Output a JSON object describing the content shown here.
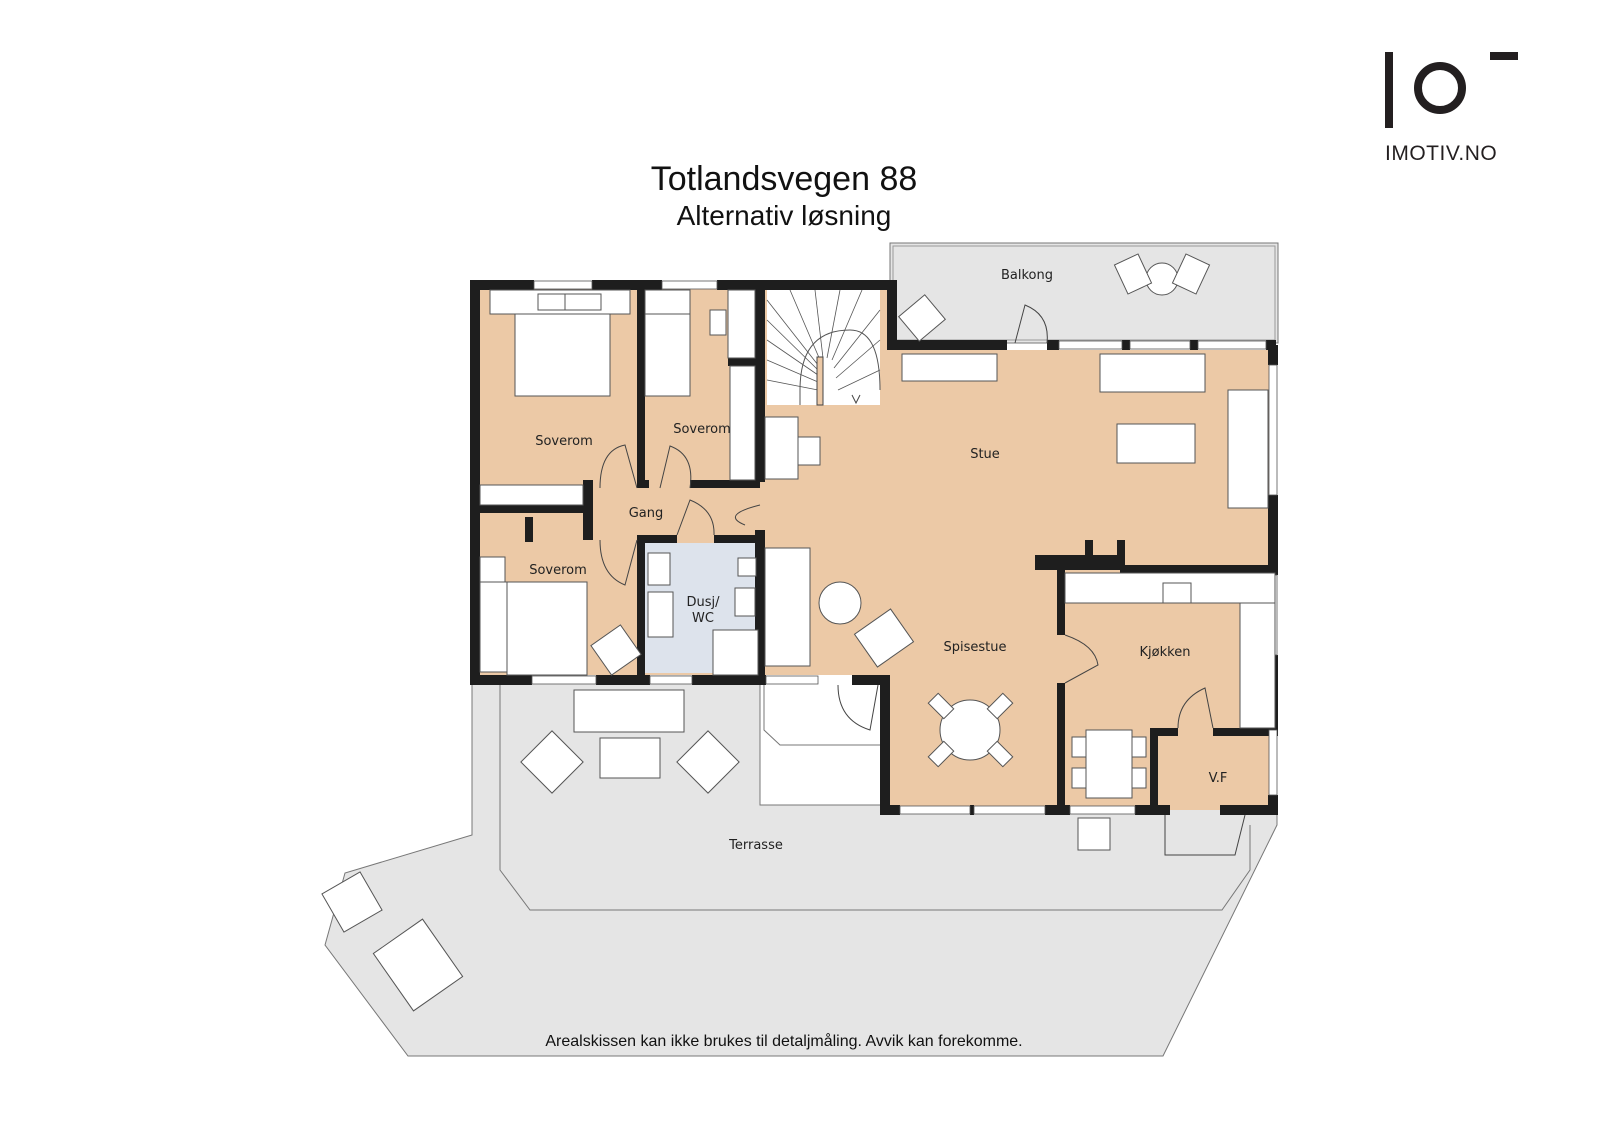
{
  "logo": {
    "mark": "Io",
    "brand": "IMOTIV.NO"
  },
  "header": {
    "title": "Totlandsvegen 88",
    "subtitle": "Alternativ løsning"
  },
  "rooms": {
    "soverom_1": "Soverom",
    "soverom_2": "Soverom",
    "soverom_3": "Soverom",
    "gang": "Gang",
    "dusj_wc_line1": "Dusj/",
    "dusj_wc_line2": "WC",
    "stue": "Stue",
    "balkong": "Balkong",
    "spisestue": "Spisestue",
    "kjokken": "Kjøkken",
    "vf": "V.F",
    "terrasse": "Terrasse"
  },
  "colors": {
    "room_fill": "#ecc9a6",
    "bath_fill": "#dde3ec",
    "outdoor_fill": "#e5e5e5",
    "wall": "#1e1e1e",
    "furniture": "#ffffff"
  },
  "footer": {
    "disclaimer": "Arealskissen kan ikke brukes til detaljmåling. Avvik kan forekomme."
  }
}
